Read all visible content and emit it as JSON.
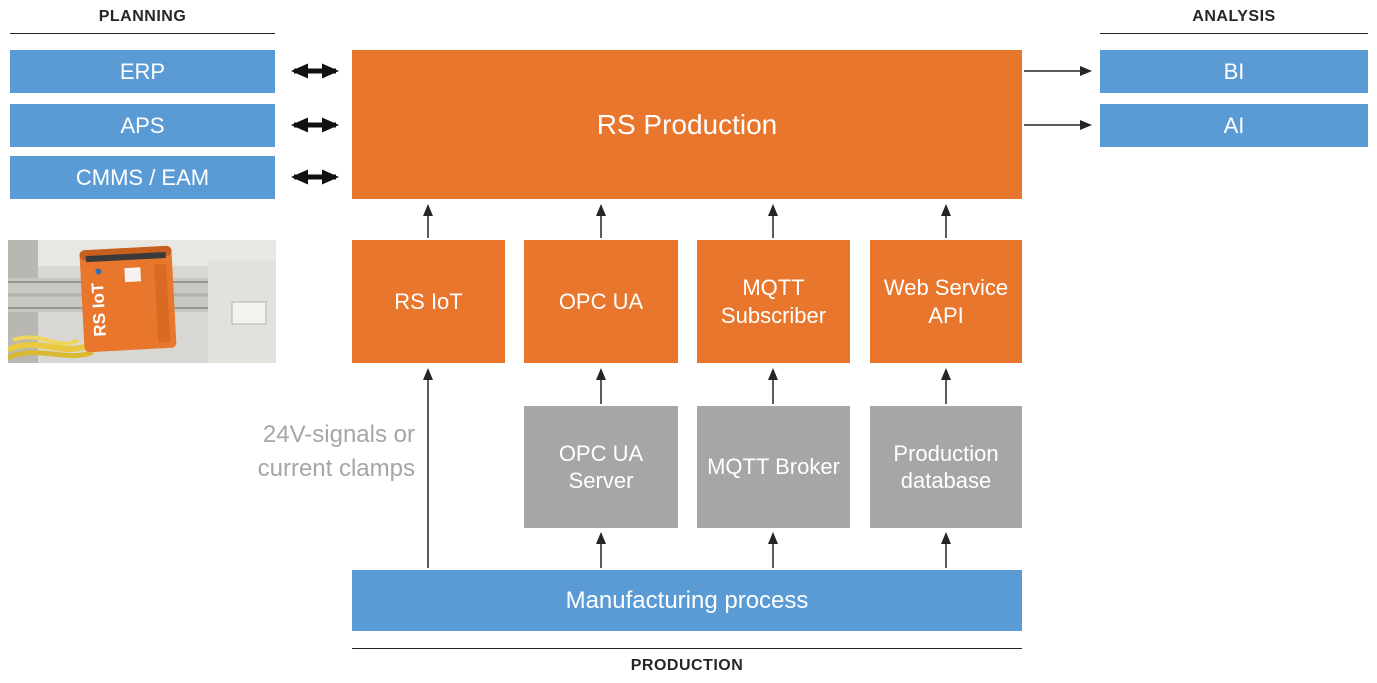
{
  "colors": {
    "blue": "#5B9BD5",
    "orange": "#E8762D",
    "gray": "#A6A6A6",
    "arrow": "#262626"
  },
  "planning": {
    "label": "PLANNING",
    "items": [
      {
        "label": "ERP"
      },
      {
        "label": "APS"
      },
      {
        "label": "CMMS / EAM"
      }
    ]
  },
  "analysis": {
    "label": "ANALYSIS",
    "items": [
      {
        "label": "BI"
      },
      {
        "label": "AI"
      }
    ]
  },
  "production_section": {
    "label": "PRODUCTION"
  },
  "main_box": {
    "label": "RS Production"
  },
  "connectors": [
    {
      "label": "RS IoT"
    },
    {
      "label": "OPC UA"
    },
    {
      "label": "MQTT Subscriber"
    },
    {
      "label": "Web Service API"
    }
  ],
  "sources": [
    {
      "label": "OPC UA Server"
    },
    {
      "label": "MQTT Broker"
    },
    {
      "label": "Production database"
    }
  ],
  "manufacturing": {
    "label": "Manufacturing process"
  },
  "annotation": {
    "text": "24V-signals or current clamps"
  },
  "photo": {
    "device_label": "RS IoT"
  }
}
